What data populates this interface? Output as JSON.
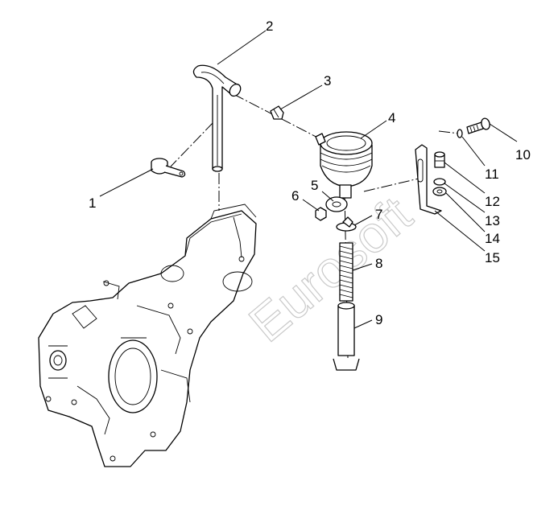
{
  "watermark": "Eurosoft",
  "callouts": [
    "1",
    "2",
    "3",
    "4",
    "5",
    "6",
    "7",
    "8",
    "9",
    "10",
    "11",
    "12",
    "13",
    "14",
    "15"
  ]
}
